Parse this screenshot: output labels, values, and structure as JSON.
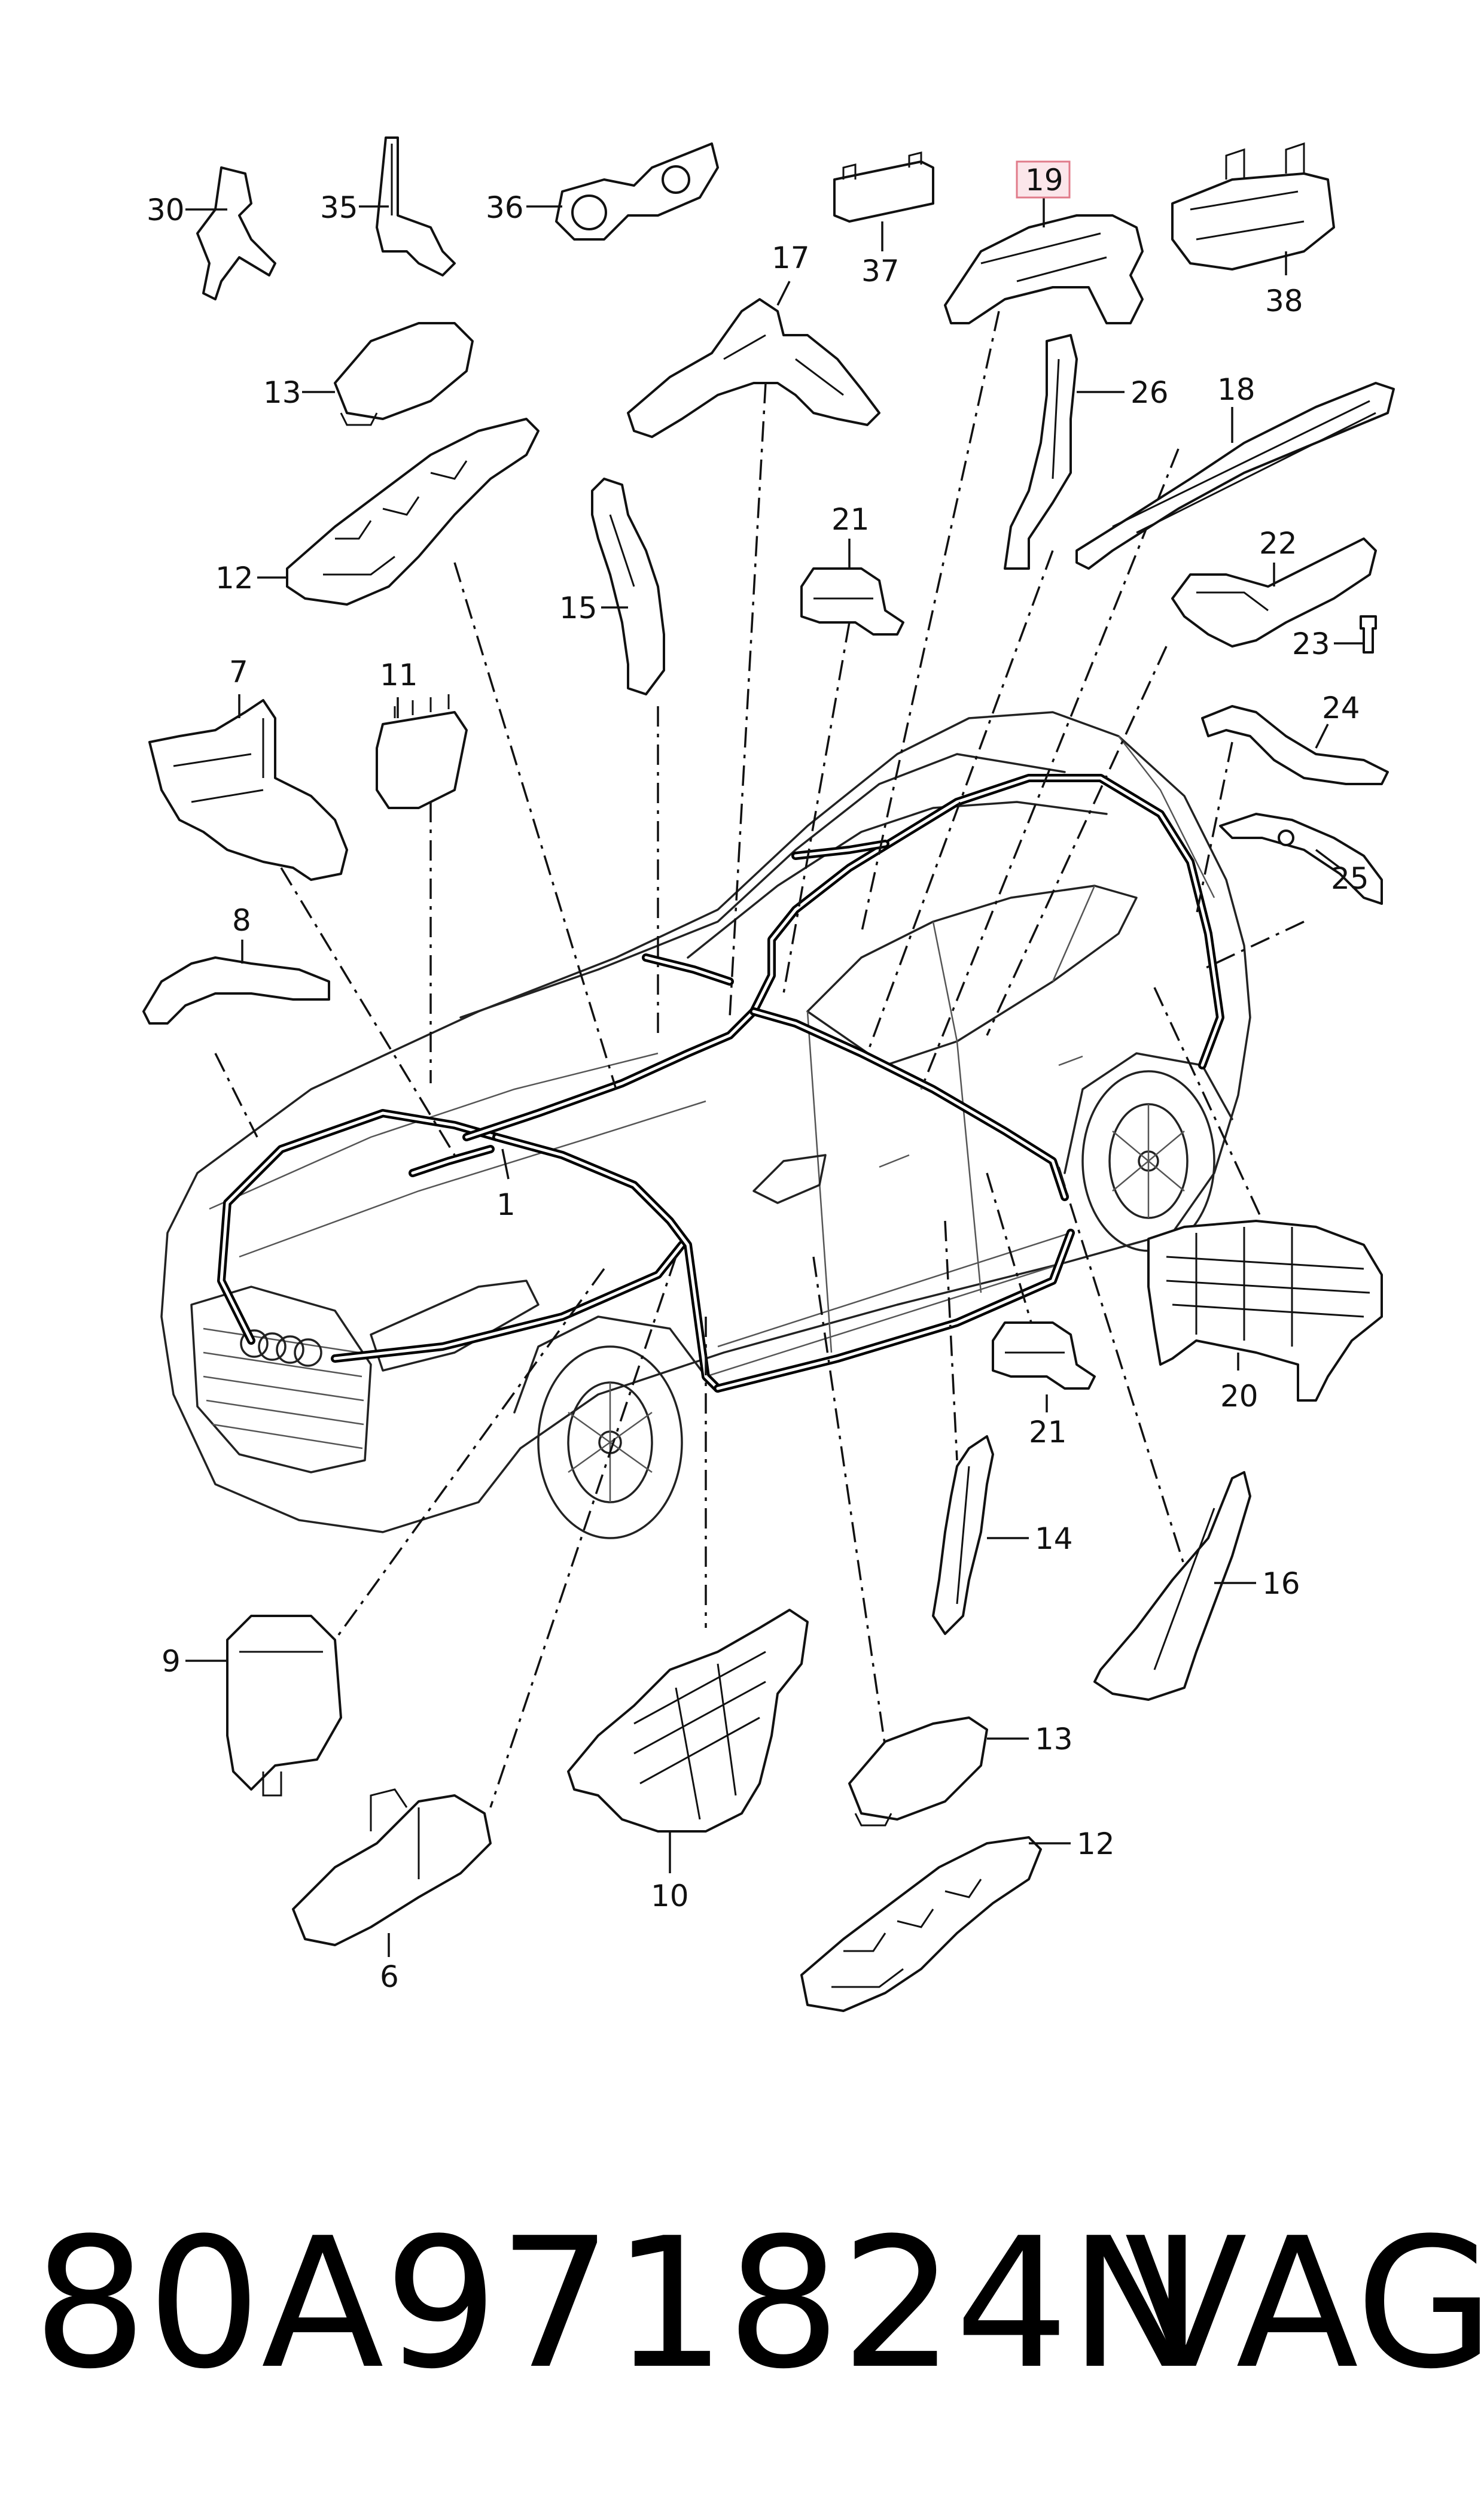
{
  "diagram": {
    "highlight_color": "#e07b8a",
    "callouts": [
      {
        "id": "30",
        "label": "30"
      },
      {
        "id": "35",
        "label": "35"
      },
      {
        "id": "36",
        "label": "36"
      },
      {
        "id": "37",
        "label": "37"
      },
      {
        "id": "19",
        "label": "19",
        "highlighted": true
      },
      {
        "id": "38",
        "label": "38"
      },
      {
        "id": "17",
        "label": "17"
      },
      {
        "id": "13a",
        "label": "13"
      },
      {
        "id": "26",
        "label": "26"
      },
      {
        "id": "18",
        "label": "18"
      },
      {
        "id": "21a",
        "label": "21"
      },
      {
        "id": "12a",
        "label": "12"
      },
      {
        "id": "22",
        "label": "22"
      },
      {
        "id": "15",
        "label": "15"
      },
      {
        "id": "23",
        "label": "23"
      },
      {
        "id": "7",
        "label": "7"
      },
      {
        "id": "11",
        "label": "11"
      },
      {
        "id": "24",
        "label": "24"
      },
      {
        "id": "25",
        "label": "25"
      },
      {
        "id": "8",
        "label": "8"
      },
      {
        "id": "1",
        "label": "1"
      },
      {
        "id": "20",
        "label": "20"
      },
      {
        "id": "21b",
        "label": "21"
      },
      {
        "id": "14",
        "label": "14"
      },
      {
        "id": "16",
        "label": "16"
      },
      {
        "id": "9",
        "label": "9"
      },
      {
        "id": "13b",
        "label": "13"
      },
      {
        "id": "12b",
        "label": "12"
      },
      {
        "id": "10",
        "label": "10"
      },
      {
        "id": "6",
        "label": "6"
      }
    ]
  },
  "footer": {
    "part_number": "80A971824N",
    "brand": "VAG"
  }
}
